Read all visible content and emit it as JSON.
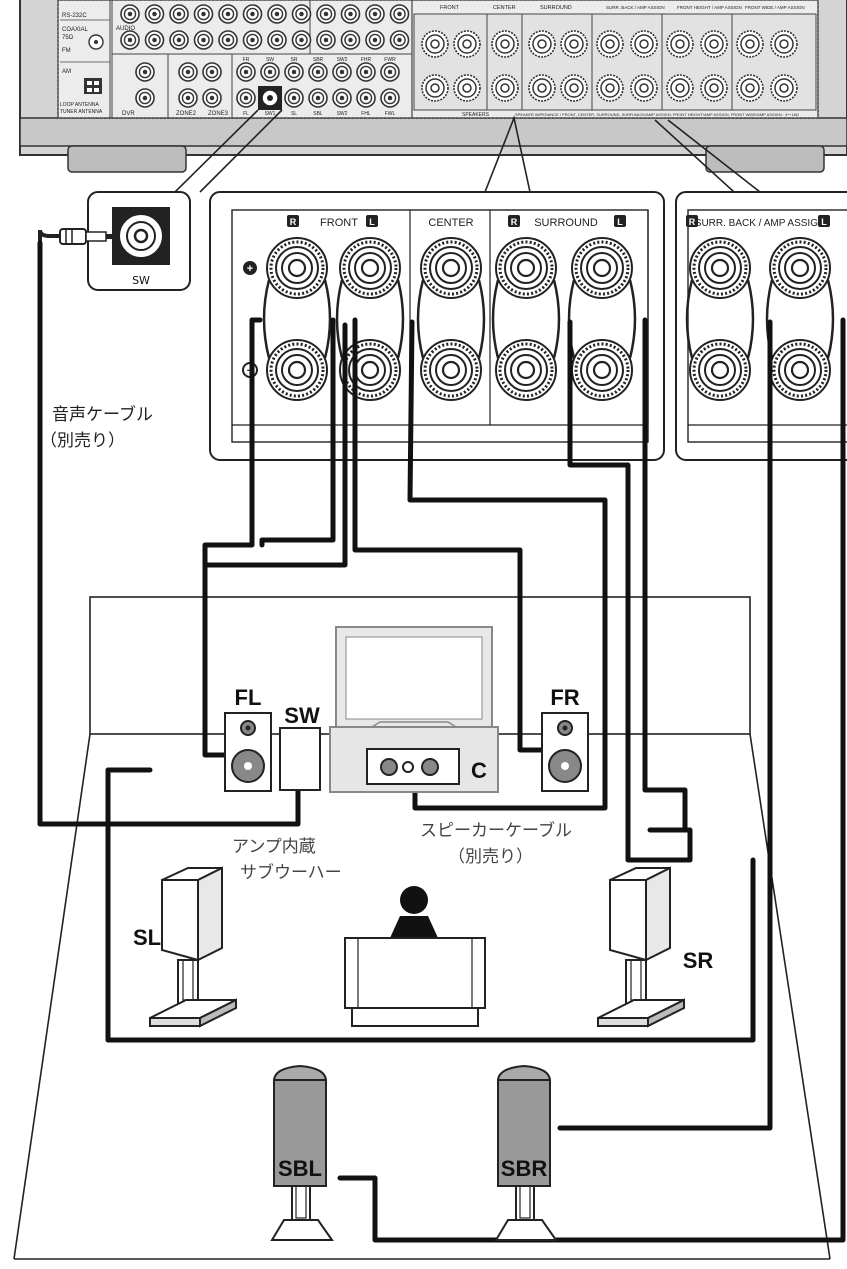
{
  "receiver_panel": {
    "labels": {
      "rs232c": "RS-232C",
      "audio": "AUDIO",
      "coaxial": "COAXIAL",
      "ohm75": "75Ω",
      "fm": "FM",
      "am": "AM",
      "loop_antenna": "LOOP ANTENNA",
      "tuner_antenna": "TUNER ANTENNA",
      "dvr": "DVR",
      "zone2": "ZONE2",
      "zone3": "ZONE3",
      "speakers": "SPEAKERS",
      "impedance": "SPEAKER IMPEDANCE / FRONT, CENTER, SURROUND, SURR.BACK/AMP ASSIGN, FRONT HEIGHT/AMP ASSIGN, FRONT WIDE/AMP ASSIGN : 4〜16Ω"
    },
    "preout_labels": [
      "FL",
      "SW1",
      "SL",
      "SBL",
      "SW2",
      "FHL",
      "FWL"
    ],
    "preout_labels_top": [
      "FR",
      "SW",
      "SR",
      "SBR",
      "SW2",
      "FHR",
      "FWR"
    ],
    "speaker_group_labels": [
      "FRONT",
      "CENTER",
      "SURROUND",
      "SURR. BACK / AMP ASSIGN",
      "FRONT HEIGHT / AMP ASSIGN",
      "FRONT WIDE / AMP ASSIGN"
    ]
  },
  "sw_callout": {
    "label": "SW"
  },
  "terminal_callout": {
    "front": "FRONT",
    "center": "CENTER",
    "surround": "SURROUND",
    "surr_back": "SURR. BACK / AMP ASSIGN",
    "r_badge": "R",
    "l_badge": "L",
    "plus": "+",
    "minus": "−"
  },
  "speakers": {
    "fl": "FL",
    "sw": "SW",
    "fr": "FR",
    "c": "C",
    "sl": "SL",
    "sr": "SR",
    "sbl": "SBL",
    "sbr": "SBR"
  },
  "captions": {
    "audio_cable_line1": "音声ケーブル",
    "audio_cable_line2": "（別売り）",
    "subwoofer_line1": "アンプ内蔵",
    "subwoofer_line2": "サブウーハー",
    "speaker_cable_line1": "スピーカーケーブル",
    "speaker_cable_line2": "（別売り）"
  }
}
